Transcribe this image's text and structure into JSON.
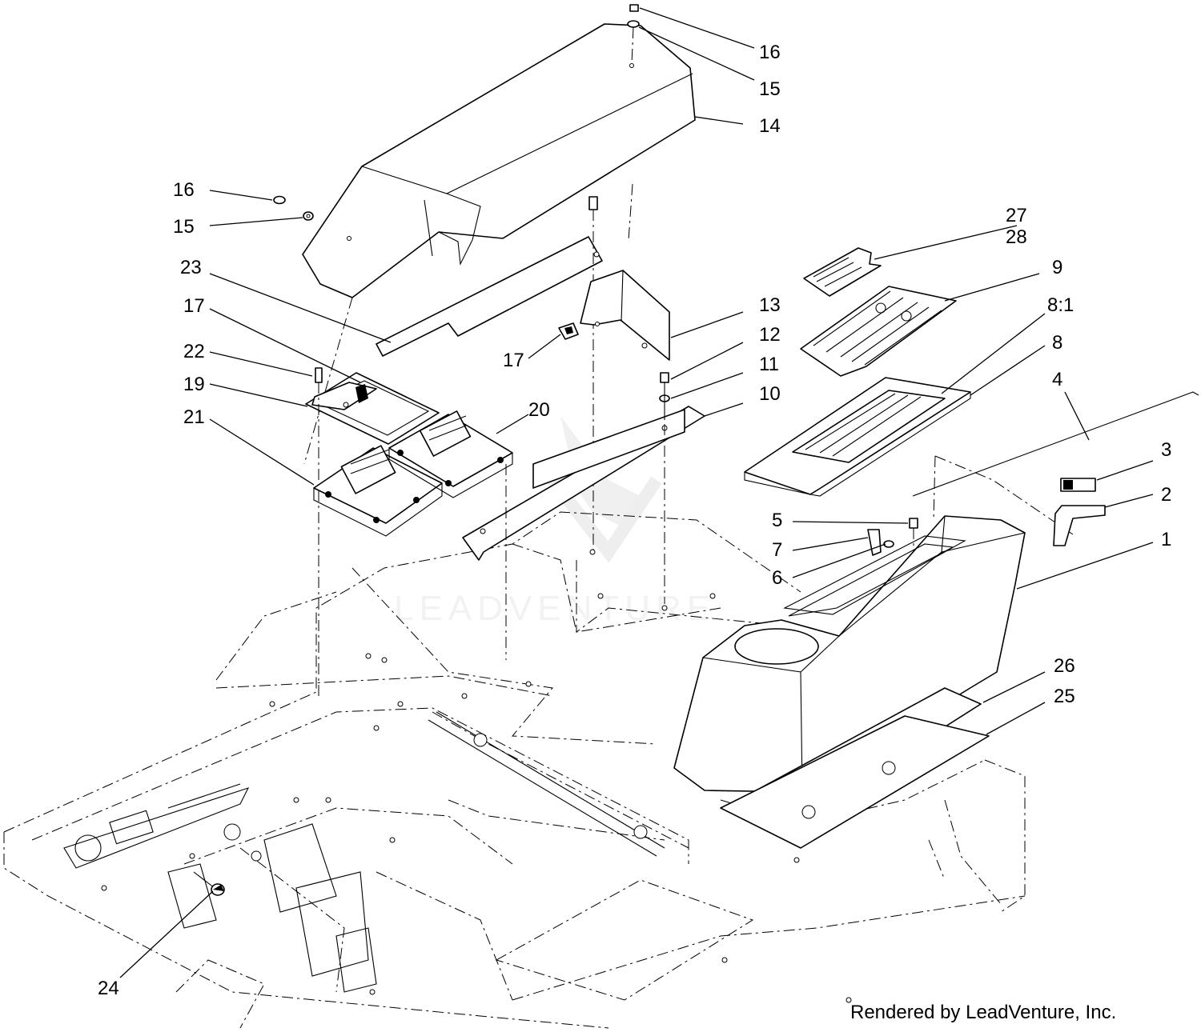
{
  "diagram": {
    "callouts": [
      {
        "id": "c16a",
        "label": "16"
      },
      {
        "id": "c15a",
        "label": "15"
      },
      {
        "id": "c14",
        "label": "14"
      },
      {
        "id": "c16b",
        "label": "16"
      },
      {
        "id": "c15b",
        "label": "15"
      },
      {
        "id": "c27",
        "label": "27"
      },
      {
        "id": "c28",
        "label": "28"
      },
      {
        "id": "c9",
        "label": "9"
      },
      {
        "id": "c8_1",
        "label": "8:1"
      },
      {
        "id": "c8",
        "label": "8"
      },
      {
        "id": "c4",
        "label": "4"
      },
      {
        "id": "c3",
        "label": "3"
      },
      {
        "id": "c2",
        "label": "2"
      },
      {
        "id": "c1",
        "label": "1"
      },
      {
        "id": "c23",
        "label": "23"
      },
      {
        "id": "c17a",
        "label": "17"
      },
      {
        "id": "c22",
        "label": "22"
      },
      {
        "id": "c19",
        "label": "19"
      },
      {
        "id": "c21",
        "label": "21"
      },
      {
        "id": "c20",
        "label": "20"
      },
      {
        "id": "c17b",
        "label": "17"
      },
      {
        "id": "c13",
        "label": "13"
      },
      {
        "id": "c12",
        "label": "12"
      },
      {
        "id": "c11",
        "label": "11"
      },
      {
        "id": "c10",
        "label": "10"
      },
      {
        "id": "c5",
        "label": "5"
      },
      {
        "id": "c7",
        "label": "7"
      },
      {
        "id": "c6",
        "label": "6"
      },
      {
        "id": "c26",
        "label": "26"
      },
      {
        "id": "c25",
        "label": "25"
      },
      {
        "id": "c24",
        "label": "24"
      }
    ],
    "watermark": "LEADVENTURE",
    "credit": "Rendered by LeadVenture, Inc."
  }
}
